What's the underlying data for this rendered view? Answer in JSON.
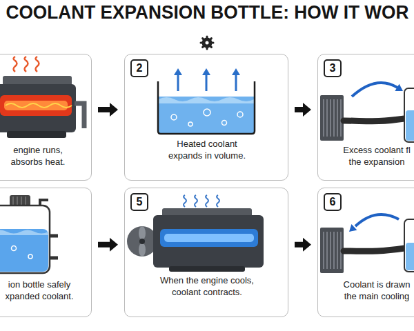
{
  "diagram": {
    "title": "COOLANT EXPANSION BOTTLE: HOW IT WOR",
    "nodes": [
      {
        "text": [
          "engine runs, absorbs heat."
        ]
      },
      {
        "text": [
          "Heated coolant expands in volume."
        ]
      },
      {
        "text": [
          "2"
        ],
        "in": 1
      },
      {
        "text": [
          "Excess coolant fl the expansion"
        ]
      },
      {
        "text": [
          "3"
        ],
        "in": 3
      },
      {
        "text": [
          "ion bottle safely xpanded coolant."
        ]
      },
      {
        "text": [
          "When the engine cools, coolant contracts."
        ]
      },
      {
        "text": [
          "5"
        ],
        "in": 6
      },
      {
        "text": [
          "Coolant is drawn the main cooling"
        ]
      },
      {
        "text": [
          "6"
        ],
        "in": 8
      }
    ],
    "edges": [
      {
        "from": 0,
        "to": 1,
        "arrow": "to"
      },
      {
        "from": 1,
        "to": 3,
        "arrow": "to"
      },
      {
        "from": 5,
        "to": 6,
        "arrow": "to"
      },
      {
        "from": 6,
        "to": 8,
        "arrow": "to"
      }
    ]
  }
}
